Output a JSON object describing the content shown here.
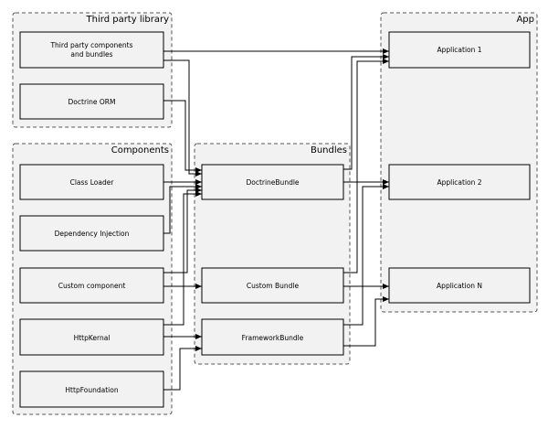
{
  "groups": {
    "third_party": {
      "title": "Third party library"
    },
    "components": {
      "title": "Components"
    },
    "bundles": {
      "title": "Bundles"
    },
    "app": {
      "title": "App"
    }
  },
  "nodes": {
    "third_party_components": {
      "line1": "Third party components",
      "line2": "and bundles"
    },
    "doctrine_orm": {
      "label": "Doctrine ORM"
    },
    "class_loader": {
      "label": "Class Loader"
    },
    "dependency_injection": {
      "label": "Dependency Injection"
    },
    "custom_component": {
      "label": "Custom component"
    },
    "http_kernal": {
      "label": "HttpKernal"
    },
    "http_foundation": {
      "label": "HttpFoundation"
    },
    "doctrine_bundle": {
      "label": "DoctrineBundle"
    },
    "custom_bundle": {
      "label": "Custom Bundle"
    },
    "framework_bundle": {
      "label": "FrameworkBundle"
    },
    "application_1": {
      "label": "Application 1"
    },
    "application_2": {
      "label": "Application 2"
    },
    "application_n": {
      "label": "Application N"
    }
  }
}
